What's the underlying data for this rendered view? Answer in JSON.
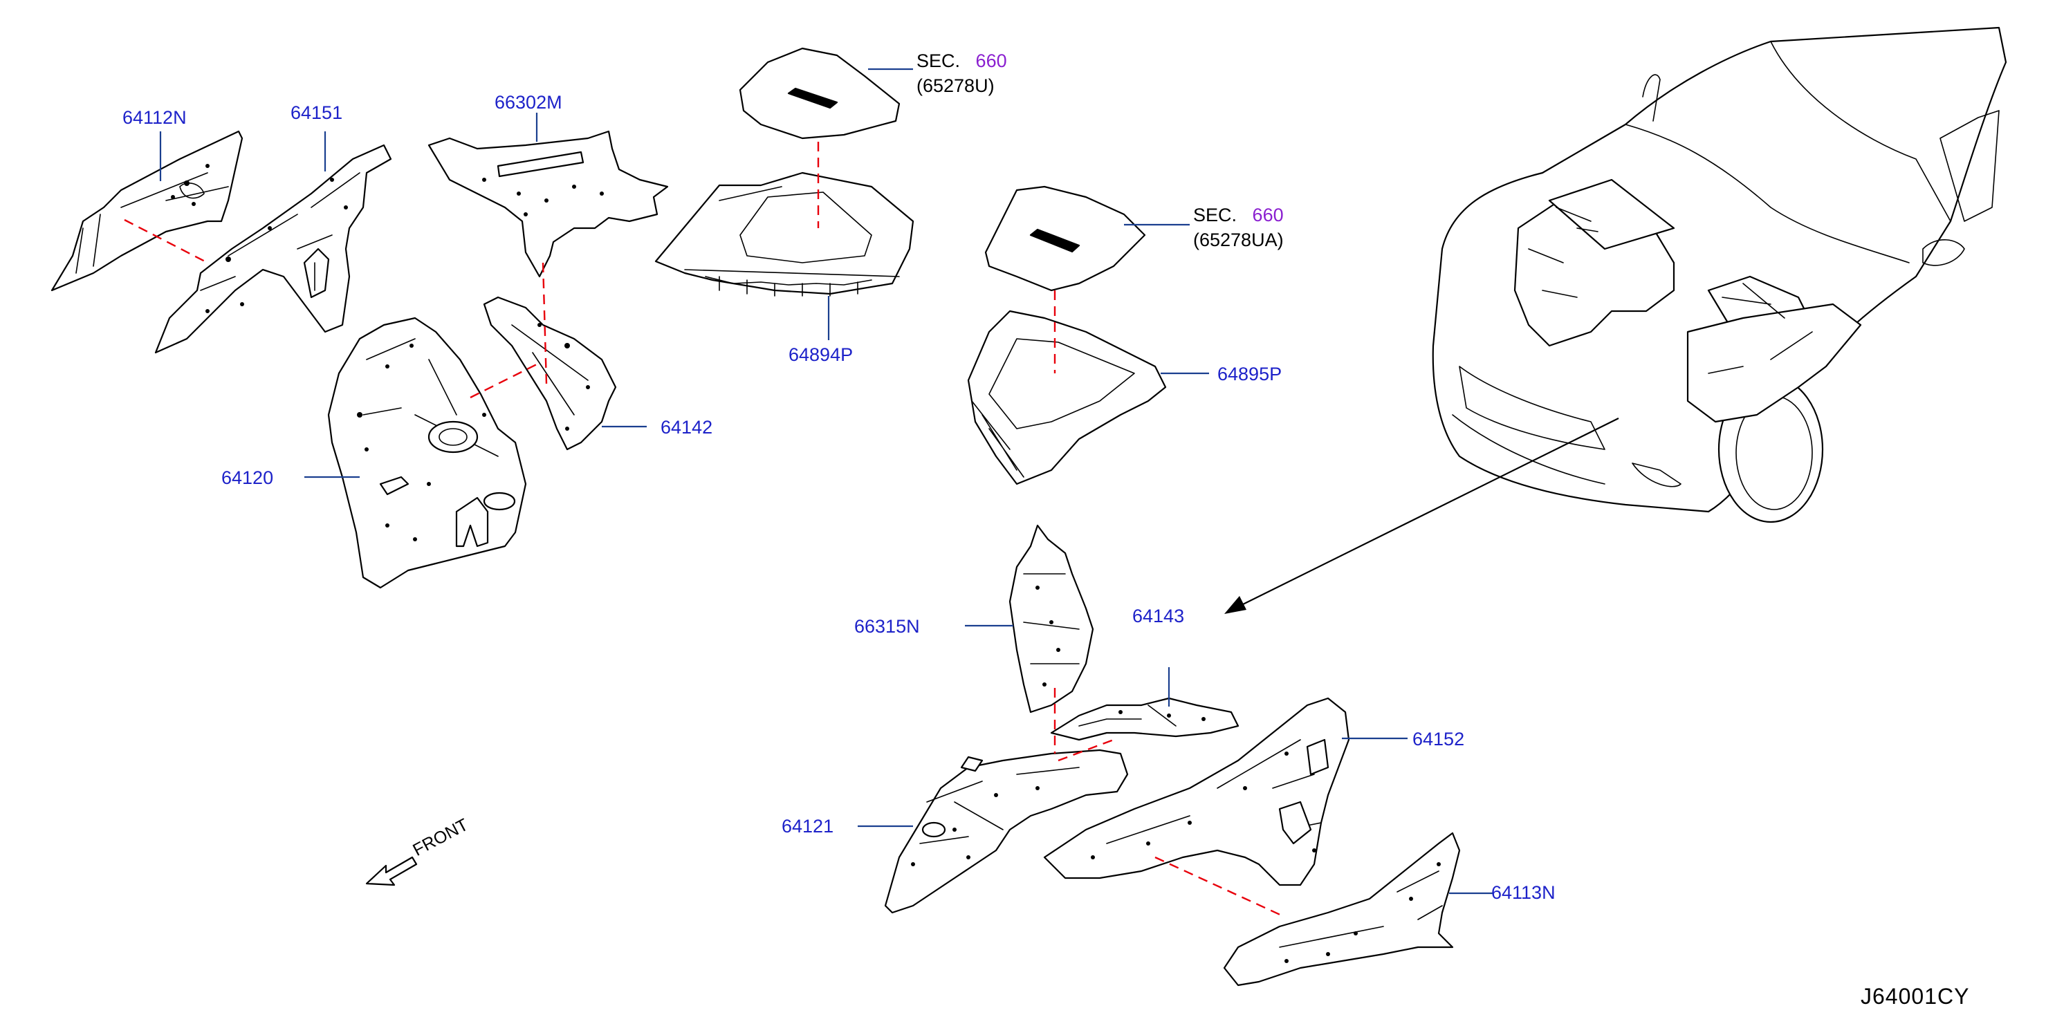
{
  "parts": [
    {
      "id": "64112N",
      "label": "64112N"
    },
    {
      "id": "64151",
      "label": "64151"
    },
    {
      "id": "66302M",
      "label": "66302M"
    },
    {
      "id": "64120",
      "label": "64120"
    },
    {
      "id": "64142",
      "label": "64142"
    },
    {
      "id": "64894P",
      "label": "64894P"
    },
    {
      "id": "64895P",
      "label": "64895P"
    },
    {
      "id": "66315N",
      "label": "66315N"
    },
    {
      "id": "64143",
      "label": "64143"
    },
    {
      "id": "64152",
      "label": "64152"
    },
    {
      "id": "64121",
      "label": "64121"
    },
    {
      "id": "64113N",
      "label": "64113N"
    }
  ],
  "section_refs": [
    {
      "prefix": "SEC.",
      "number": "660",
      "sub": "(65278U)"
    },
    {
      "prefix": "SEC.",
      "number": "660",
      "sub": "(65278UA)"
    }
  ],
  "front_label": "FRONT",
  "diagram_code": "J64001CY",
  "colors": {
    "part_number": "#1d22c9",
    "section_number": "#8a1fd0",
    "leader_line": "#1a3f8f",
    "dash_line": "#e8000b"
  }
}
